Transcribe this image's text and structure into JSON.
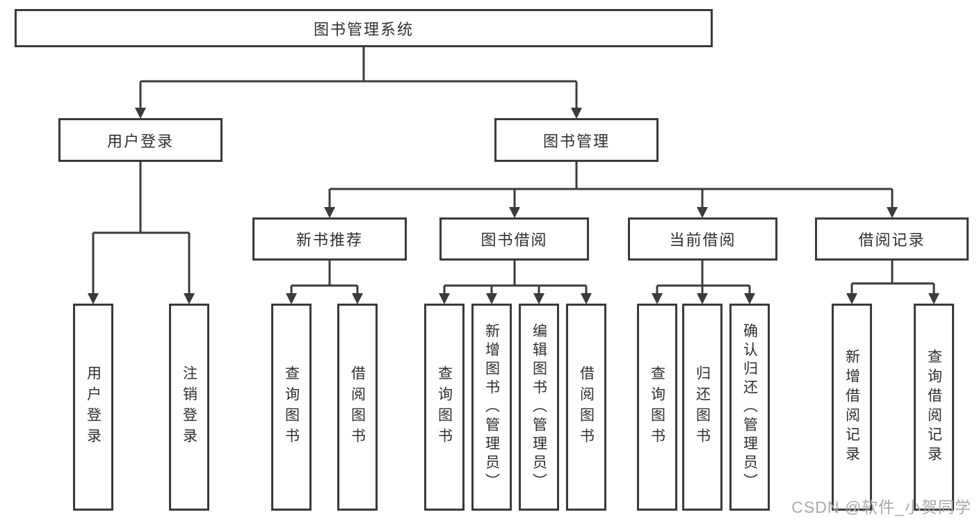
{
  "diagram_type": "hierarchy-tree",
  "tree": {
    "label": "图书管理系统",
    "children": [
      {
        "label": "用户登录",
        "children": [
          {
            "label": "用户登录"
          },
          {
            "label": "注销登录"
          }
        ]
      },
      {
        "label": "图书管理",
        "children": [
          {
            "label": "新书推荐",
            "children": [
              {
                "label": "查询图书"
              },
              {
                "label": "借阅图书"
              }
            ]
          },
          {
            "label": "图书借阅",
            "children": [
              {
                "label": "查询图书"
              },
              {
                "label": "新增图书（管理员）"
              },
              {
                "label": "编辑图书（管理员）"
              },
              {
                "label": "借阅图书"
              }
            ]
          },
          {
            "label": "当前借阅",
            "children": [
              {
                "label": "查询图书"
              },
              {
                "label": "归还图书"
              },
              {
                "label": "确认归还（管理员）"
              }
            ]
          },
          {
            "label": "借阅记录",
            "children": [
              {
                "label": "新增借阅记录"
              },
              {
                "label": "查询借阅记录"
              }
            ]
          }
        ]
      }
    ]
  },
  "watermark": "CSDN @软件_小贺同学",
  "colors": {
    "line": "#3b3b3b",
    "box_border": "#3a3a3a",
    "text": "#2f2f2f",
    "watermark": "#a8a8a8",
    "background": "#ffffff"
  }
}
